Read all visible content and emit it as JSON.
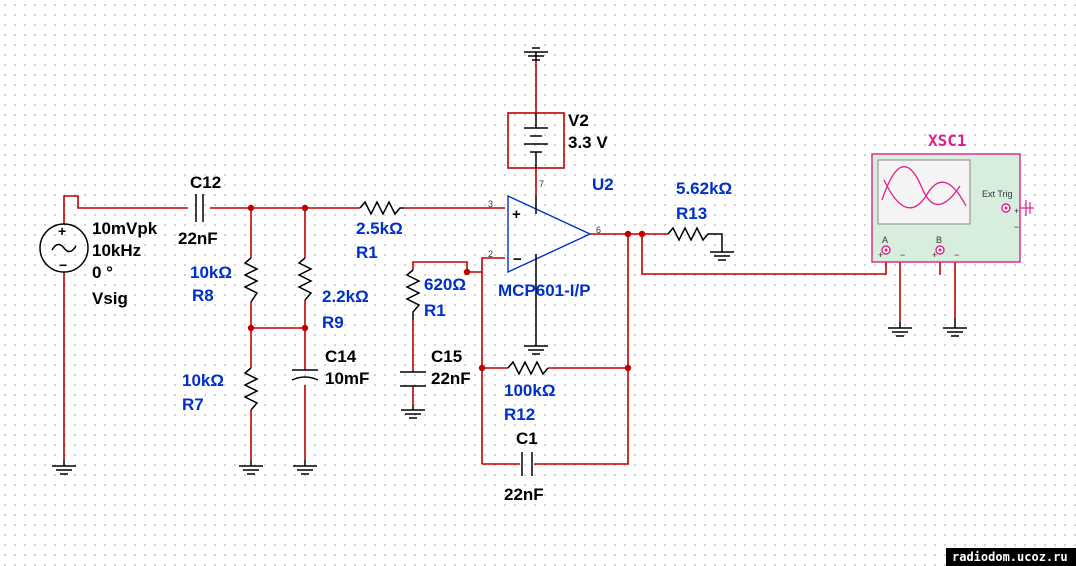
{
  "source": {
    "amplitude": "10mVpk",
    "frequency": "10kHz",
    "phase": "0 °",
    "name": "Vsig"
  },
  "components": {
    "c12": {
      "ref": "C12",
      "value": "22nF"
    },
    "r8": {
      "ref": "R8",
      "value": "10kΩ"
    },
    "r9": {
      "ref": "R9",
      "value": "2.2kΩ"
    },
    "c14": {
      "ref": "C14",
      "value": "10mF"
    },
    "r7": {
      "ref": "R7",
      "value": "10kΩ"
    },
    "r1_in": {
      "ref": "R1",
      "value": "2.5kΩ"
    },
    "r1_fb": {
      "ref": "R1",
      "value": "620Ω"
    },
    "c15": {
      "ref": "C15",
      "value": "22nF"
    },
    "v2": {
      "ref": "V2",
      "value": "3.3 V"
    },
    "u2": {
      "ref": "U2",
      "part": "MCP601-I/P"
    },
    "r12": {
      "ref": "R12",
      "value": "100kΩ"
    },
    "c1": {
      "ref": "C1",
      "value": "22nF"
    },
    "r13": {
      "ref": "R13",
      "value": "5.62kΩ"
    }
  },
  "pins": {
    "p3": "3",
    "p2": "2",
    "p7": "7",
    "p6": "6"
  },
  "oscilloscope": {
    "ref": "XSC1",
    "ext_trig": "Ext Trig",
    "ch_a": "A",
    "ch_b": "B"
  },
  "watermark": "radiodom.ucoz.ru",
  "colors": {
    "wire": "#c00000",
    "label": "#0030c8",
    "scope": "#e0208a",
    "scope_body": "#d8eedc"
  }
}
